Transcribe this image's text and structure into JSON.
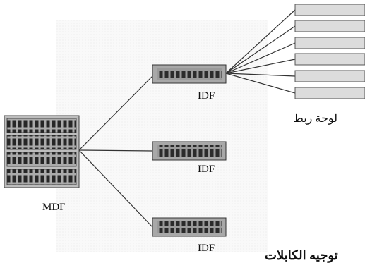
{
  "diagram": {
    "mdf_label": "MDF",
    "idf_labels": [
      "IDF",
      "IDF",
      "IDF"
    ],
    "patch_panel_label": "لوحة ربط",
    "footer_text": "توجيه الكابلات"
  }
}
